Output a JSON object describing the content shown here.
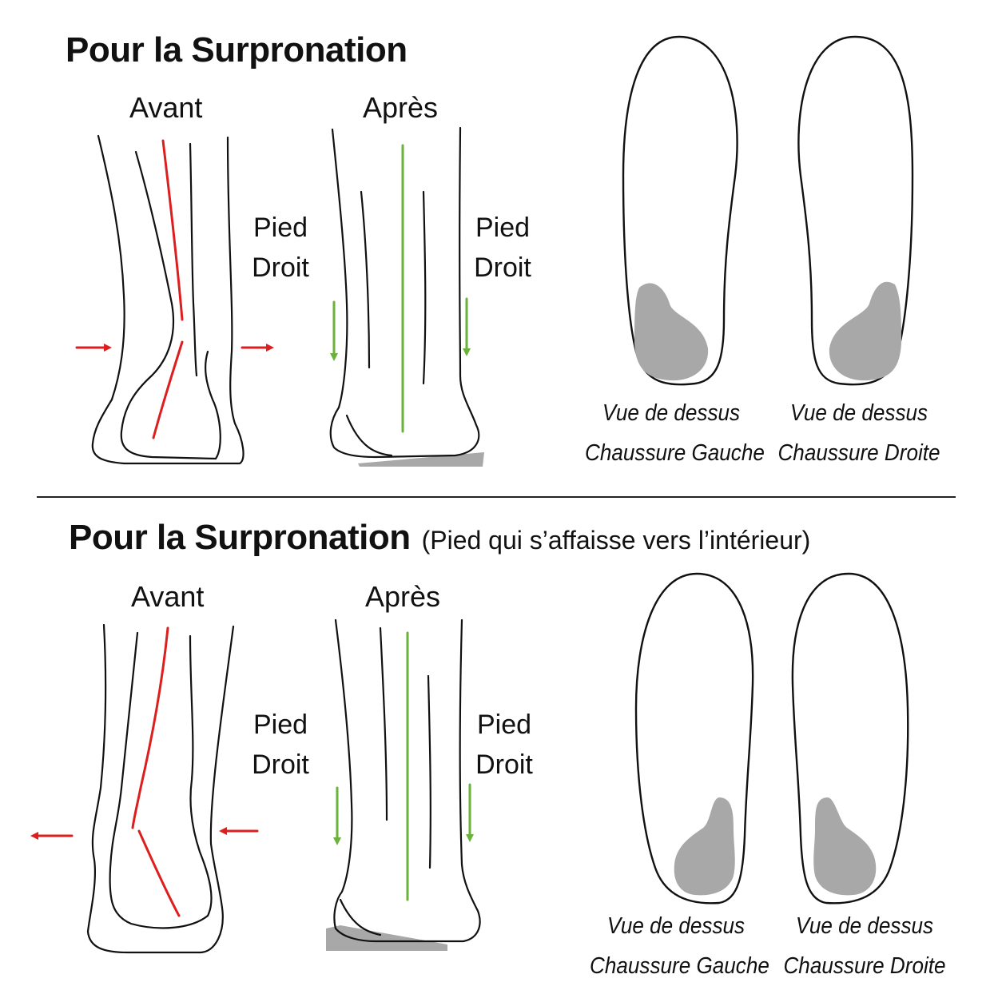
{
  "colors": {
    "misalignment": "#dd1e1e",
    "alignment": "#6ab23a",
    "wedge": "#a8a8a8",
    "line": "#111111"
  },
  "top": {
    "title": "Pour la Surpronation",
    "before_label": "Avant",
    "after_label": "Après",
    "foot_label_1": "Pied",
    "foot_label_2": "Droit",
    "left_caption_1": "Vue de dessus",
    "left_caption_2": "Chaussure Gauche",
    "right_caption_1": "Vue de dessus",
    "right_caption_2": "Chaussure Droite"
  },
  "bottom": {
    "title": "Pour la Surpronation",
    "subtitle": "(Pied qui s’affaisse vers l’intérieur)",
    "before_label": "Avant",
    "after_label": "Après",
    "foot_label_1": "Pied",
    "foot_label_2": "Droit",
    "left_caption_1": "Vue de dessus",
    "left_caption_2": "Chaussure Gauche",
    "right_caption_1": "Vue de dessus",
    "right_caption_2": "Chaussure Droite"
  }
}
